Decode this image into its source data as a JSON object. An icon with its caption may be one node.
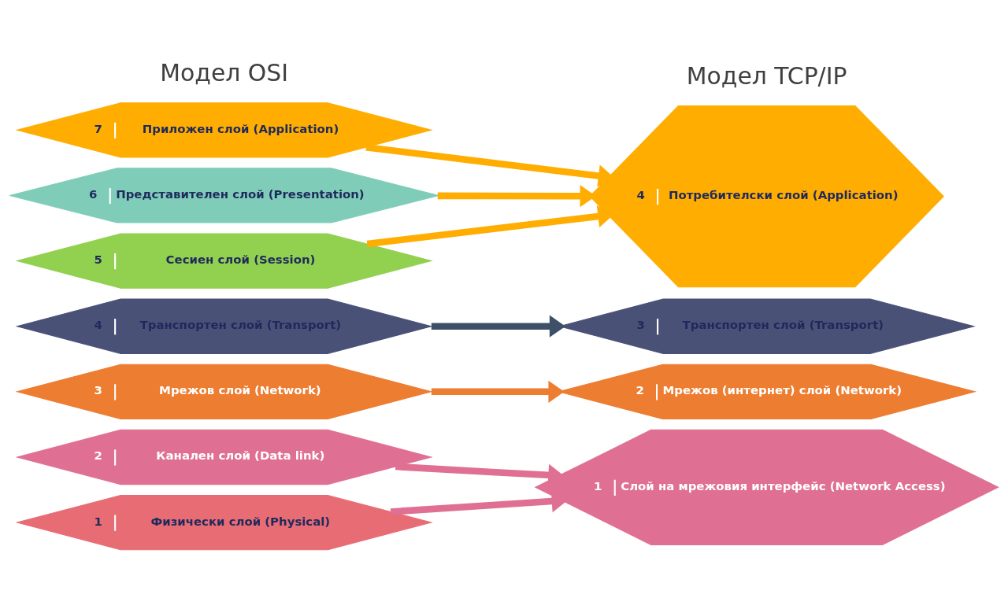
{
  "diagram": {
    "nodes": [
      {
        "text": [
          "7",
          "Приложен слой (Application)"
        ]
      },
      {
        "text": [
          "6",
          "Представителен слой (Presentation)"
        ]
      },
      {
        "text": [
          "5",
          "Сесиен слой (Session)"
        ]
      },
      {
        "text": [
          "4",
          "Транспортен слой (Transport)"
        ]
      },
      {
        "text": [
          "3",
          "Мрежов слой (Network)"
        ]
      },
      {
        "text": [
          "2",
          "Канален слой (Data link)"
        ]
      },
      {
        "text": [
          "1",
          "Физически слой (Physical)"
        ]
      },
      {
        "text": [
          "4",
          "Потребителски слой (Application)"
        ]
      },
      {
        "text": [
          "3",
          "Транспортен слой (Transport)"
        ]
      },
      {
        "text": [
          "2",
          "Мрежов (интернет) слой (Network)"
        ]
      },
      {
        "text": [
          "1",
          "Слой на мрежовия интерфейс (Network Access)"
        ]
      }
    ],
    "edges": [
      {
        "from": 0,
        "to": 7,
        "arrow": "to",
        "color": "#ffad00"
      },
      {
        "from": 1,
        "to": 7,
        "arrow": "to",
        "color": "#ffad00"
      },
      {
        "from": 2,
        "to": 7,
        "arrow": "to",
        "color": "#ffad00"
      },
      {
        "from": 3,
        "to": 8,
        "arrow": "to",
        "color": "#3d5068"
      },
      {
        "from": 4,
        "to": 9,
        "arrow": "to",
        "color": "#ed7d31"
      },
      {
        "from": 5,
        "to": 10,
        "arrow": "to",
        "color": "#e07093"
      },
      {
        "from": 6,
        "to": 10,
        "arrow": "to",
        "color": "#e07093"
      }
    ],
    "labels": [
      "Модел OSI",
      "Модел TCP/IP"
    ]
  }
}
